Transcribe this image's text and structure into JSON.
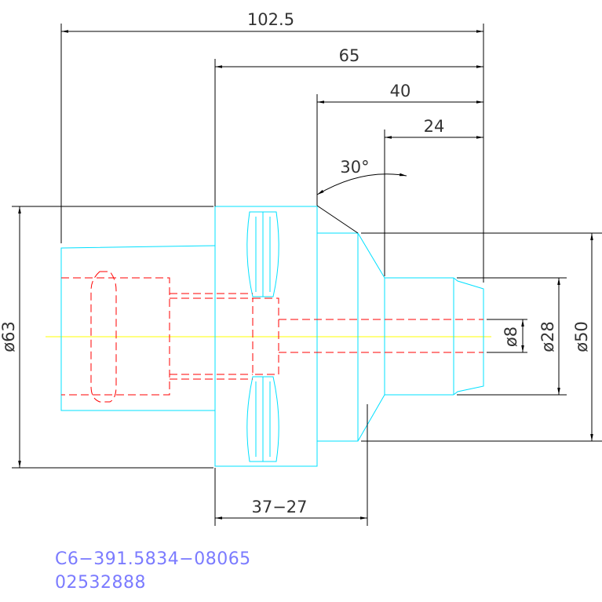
{
  "dimensions": {
    "total_length": "102.5",
    "shank_length": "65",
    "nose_length": "40",
    "tip_length": "24",
    "angle": "30°",
    "dia_63": "ø63",
    "dia_8": "ø8",
    "dia_28": "ø28",
    "dia_50": "ø50",
    "range": "37−27"
  },
  "part": {
    "code": "C6−391.5834−08065",
    "number": "02532888"
  },
  "colors": {
    "outline": "#00e0ff",
    "hidden": "#ff0000",
    "center": "#ffff00",
    "dimension": "#000000",
    "text": "#333333",
    "part_text": "#7b7bff"
  }
}
